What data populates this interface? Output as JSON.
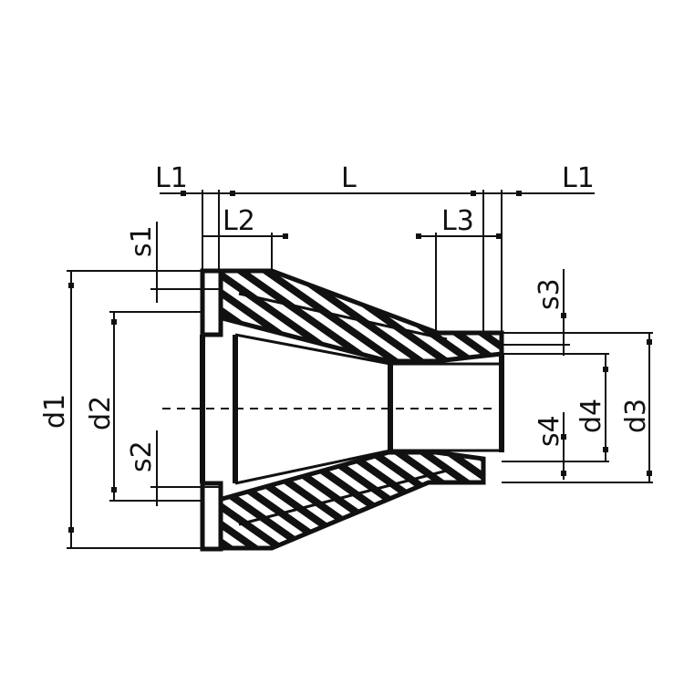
{
  "labels": {
    "L1_left": "L1",
    "L": "L",
    "L1_right": "L1",
    "L2": "L2",
    "L3": "L3",
    "s1": "s1",
    "s2": "s2",
    "s3": "s3",
    "s4": "s4",
    "d1": "d1",
    "d2": "d2",
    "d3": "d3",
    "d4": "d4"
  },
  "colors": {
    "line": "#111111",
    "background": "#ffffff"
  }
}
